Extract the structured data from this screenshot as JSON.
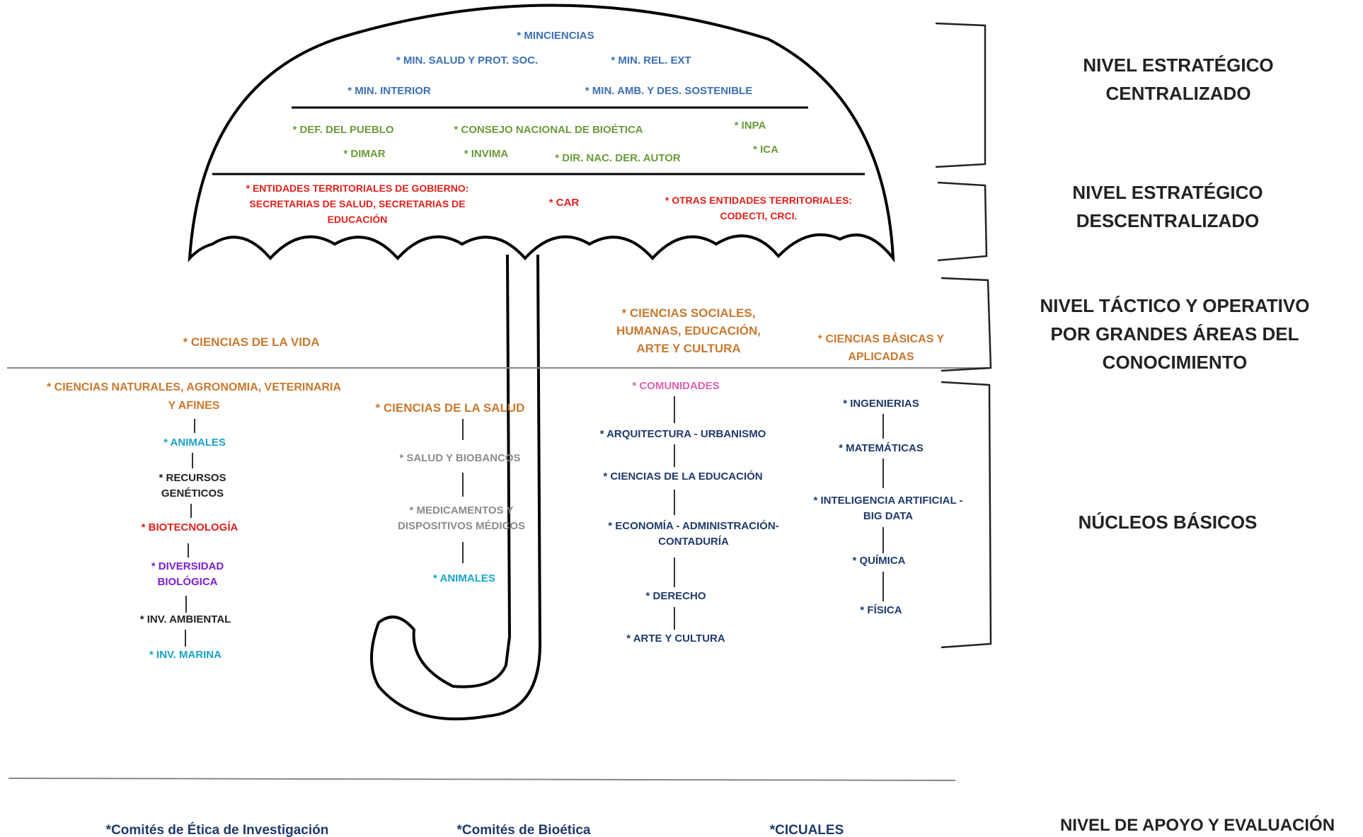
{
  "colors": {
    "blue": "#3c6fb4",
    "green": "#6a9a3a",
    "red": "#e0201a",
    "orange": "#c8782e",
    "pink": "#e060b0",
    "navy": "#1f3a6a",
    "cyan": "#1aa3c8",
    "gray": "#8c8c8c",
    "purple": "#7a1fd0",
    "black": "#222222"
  },
  "canopy": {
    "centralized_ministries": [
      "* MINCIENCIAS",
      "* MIN. SALUD Y PROT. SOC.",
      "* MIN. REL. EXT",
      "* MIN. INTERIOR",
      "* MIN. AMB. Y DES. SOSTENIBLE"
    ],
    "centralized_agencies": [
      "* DEF. DEL PUEBLO",
      "* CONSEJO NACIONAL DE BIOÉTICA",
      "* INPA",
      "* DIMAR",
      "* INVIMA",
      "* DIR. NAC. DER. AUTOR",
      "* ICA"
    ],
    "decentralized": {
      "territorial_government": [
        "* ENTIDADES TERRITORIALES DE GOBIERNO:",
        "SECRETARIAS DE SALUD, SECRETARIAS DE",
        "EDUCACIÓN"
      ],
      "car": "* CAR",
      "other_territorial": [
        "* OTRAS ENTIDADES TERRITORIALES:",
        "CODECTI, CRCI."
      ]
    }
  },
  "knowledge_areas": {
    "life_sciences": "* CIENCIAS DE LA VIDA",
    "social_sciences": [
      "* CIENCIAS SOCIALES,",
      "HUMANAS, EDUCACIÓN,",
      "ARTE Y CULTURA"
    ],
    "basic_sciences": [
      "* CIENCIAS BÁSICAS Y",
      "APLICADAS"
    ]
  },
  "core_columns": {
    "natural_sciences": {
      "header": [
        "* CIENCIAS NATURALES, AGRONOMIA, VETERINARIA",
        "Y AFINES"
      ],
      "items": [
        [
          "* ANIMALES"
        ],
        [
          "* RECURSOS",
          "GENÉTICOS"
        ],
        [
          "* BIOTECNOLOGÍA"
        ],
        [
          "* DIVERSIDAD",
          "BIOLÓGICA"
        ],
        [
          "* INV. AMBIENTAL"
        ],
        [
          "* INV. MARINA"
        ]
      ]
    },
    "health_sciences": {
      "header": [
        "* CIENCIAS DE LA SALUD"
      ],
      "items": [
        [
          "* SALUD Y BIOBANCOS"
        ],
        [
          "* MEDICAMENTOS Y",
          "DISPOSITIVOS MÉDICOS"
        ],
        [
          "* ANIMALES"
        ]
      ]
    },
    "social": {
      "items": [
        [
          "* COMUNIDADES"
        ],
        [
          "* ARQUITECTURA - URBANISMO"
        ],
        [
          "* CIENCIAS DE LA EDUCACIÓN"
        ],
        [
          "* ECONOMÍA - ADMINISTRACIÓN-",
          "CONTADURÍA"
        ],
        [
          "* DERECHO"
        ],
        [
          "* ARTE Y CULTURA"
        ]
      ]
    },
    "basic": {
      "items": [
        [
          "* INGENIERIAS"
        ],
        [
          "* MATEMÁTICAS"
        ],
        [
          "* INTELIGENCIA ARTIFICIAL -",
          "BIG DATA"
        ],
        [
          "* QUÍMICA"
        ],
        [
          "* FÍSICA"
        ]
      ]
    }
  },
  "support": {
    "ethics_committees": "*Comités de Ética de Investigación",
    "bioethics_committees": "*Comités de Bioética",
    "cicuales": "*CICUALES"
  },
  "levels": {
    "strategic_centralized": [
      "NIVEL ESTRATÉGICO",
      "CENTRALIZADO"
    ],
    "strategic_decentralized": [
      "NIVEL ESTRATÉGICO",
      "DESCENTRALIZADO"
    ],
    "tactical": [
      "NIVEL TÁCTICO Y OPERATIVO",
      "POR GRANDES ÁREAS DEL",
      "CONOCIMIENTO"
    ],
    "core": "NÚCLEOS BÁSICOS",
    "support": "NIVEL DE APOYO Y EVALUACIÓN"
  }
}
